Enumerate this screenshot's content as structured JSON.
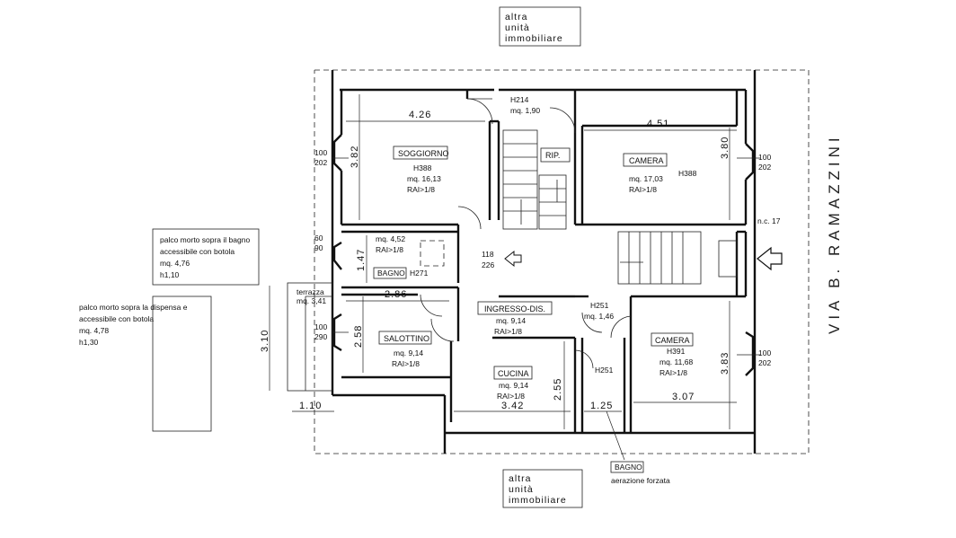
{
  "neighbor_units": {
    "top": [
      "altra",
      "unità",
      "immobiliare"
    ],
    "bottom": [
      "altra",
      "unità",
      "immobiliare"
    ]
  },
  "street": "VIA B. RAMAZZINI",
  "civic_number": "n.c. 17",
  "rooms": {
    "soggiorno": {
      "name": "SOGGIORNO",
      "height": "H388",
      "area": "mq. 16,13",
      "rai": "RAI>1/8"
    },
    "rip": {
      "name": "RIP."
    },
    "h214": {
      "height": "H214",
      "area": "mq. 1,90"
    },
    "camera1": {
      "name": "CAMERA",
      "height": "H388",
      "area": "mq. 17,03",
      "rai": "RAI>1/8"
    },
    "bagno1": {
      "name": "BAGNO",
      "height": "H271",
      "area": "mq. 4,52",
      "rai": "RAI>1/8"
    },
    "salottino": {
      "name": "SALOTTINO",
      "area": "mq. 9,14",
      "rai": "RAI>1/8"
    },
    "ingresso": {
      "name": "INGRESSO-DIS.",
      "area": "mq. 9,14",
      "rai": "RAI>1/8"
    },
    "cucina": {
      "name": "CUCINA",
      "area": "mq. 9,14",
      "rai": "RAI>1/8"
    },
    "h251": {
      "height": "H251",
      "area": "mq. 1,46"
    },
    "h251b": {
      "height": "H251"
    },
    "camera2": {
      "name": "CAMERA",
      "height": "H391",
      "area": "mq. 11,68",
      "rai": "RAI>1/8"
    },
    "bagno2": {
      "name": "BAGNO",
      "note": "aerazione forzata"
    },
    "terrazza": {
      "name": "terrazza",
      "area": "mq. 3,41"
    }
  },
  "notes": {
    "palco1": [
      "palco morto sopra il bagno",
      "accessibile con botola",
      "mq. 4,76",
      "h1,10"
    ],
    "palco2": [
      "palco morto sopra la dispensa e",
      "accessibile con botola",
      "mq. 4,78",
      "h1,30"
    ]
  },
  "dimensions": {
    "soggiorno_w": "4.26",
    "soggiorno_h": "3.82",
    "camera1_w": "4.51",
    "camera1_h": "3.80",
    "bagno_h": "1.47",
    "salottino_w": "2.86",
    "salottino_h": "2.58",
    "terrazza_h": "3.10",
    "terrazza_w": "1.10",
    "cucina_w": "3.42",
    "cucina_h": "2.55",
    "bagno2_w": "1.25",
    "camera2_w": "3.07",
    "camera2_h": "3.83"
  },
  "windows": {
    "w1": [
      "100",
      "202"
    ],
    "w2": [
      "60",
      "90"
    ],
    "w3": [
      "100",
      "290"
    ],
    "w4": [
      "100",
      "202"
    ],
    "w5": [
      "100",
      "202"
    ],
    "door": [
      "118",
      "226"
    ]
  }
}
